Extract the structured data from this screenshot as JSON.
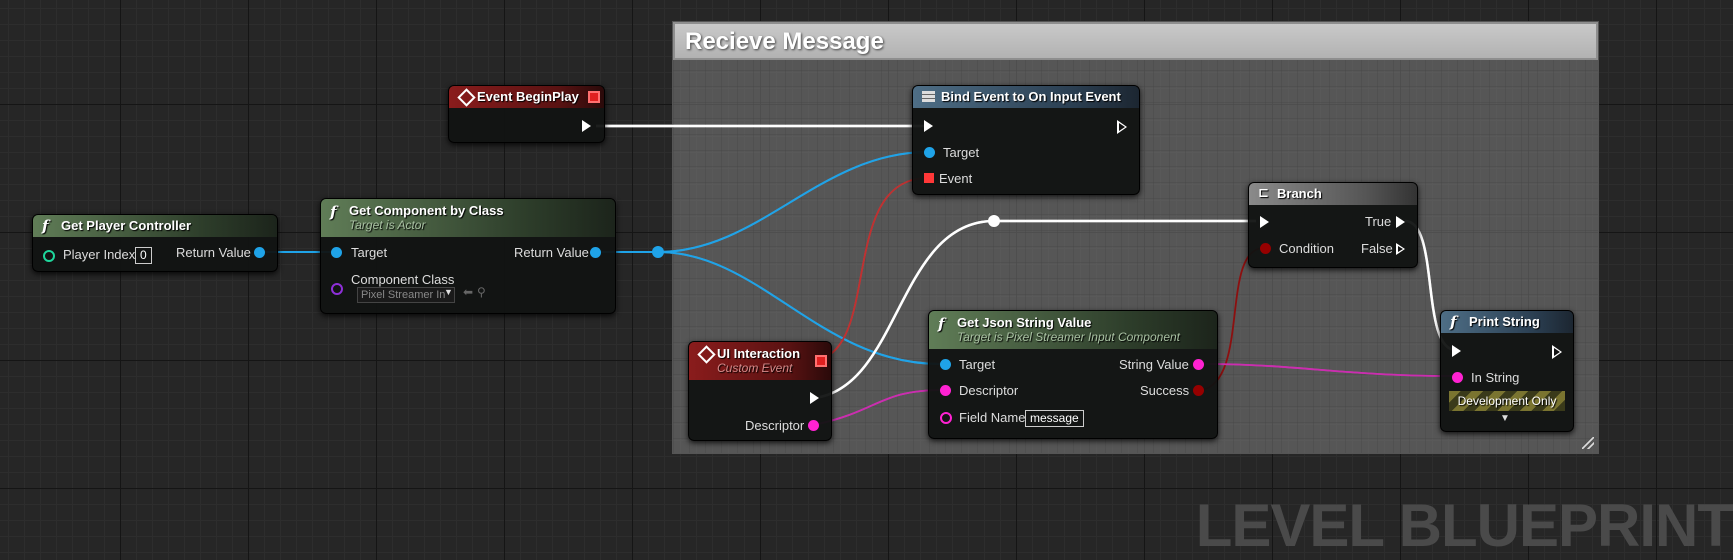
{
  "comment": {
    "title": "Recieve Message"
  },
  "watermark": "LEVEL BLUEPRINT",
  "colors": {
    "exec": "#ffffff",
    "object": "#1fa3e8",
    "string": "#ff22d2",
    "bool": "#960000",
    "delegate": "#ff3838",
    "class": "#8e2fd8"
  },
  "nodes": {
    "get_player_controller": {
      "title": "Get Player Controller",
      "player_index_label": "Player Index",
      "player_index_value": "0",
      "return_label": "Return Value"
    },
    "get_component_by_class": {
      "title": "Get Component by Class",
      "subtitle": "Target is Actor",
      "target_label": "Target",
      "return_label": "Return Value",
      "component_class_label": "Component Class",
      "component_class_value": "Pixel Streamer In"
    },
    "event_beginplay": {
      "title": "Event BeginPlay"
    },
    "bind_event": {
      "title": "Bind Event to On Input Event",
      "target_label": "Target",
      "event_label": "Event"
    },
    "branch": {
      "title": "Branch",
      "condition_label": "Condition",
      "true_label": "True",
      "false_label": "False"
    },
    "ui_interaction": {
      "title": "UI Interaction",
      "subtitle": "Custom Event",
      "descriptor_label": "Descriptor"
    },
    "get_json": {
      "title": "Get Json String Value",
      "subtitle": "Target is Pixel Streamer Input Component",
      "target_label": "Target",
      "descriptor_label": "Descriptor",
      "field_name_label": "Field Name",
      "field_name_value": "message",
      "string_value_label": "String Value",
      "success_label": "Success"
    },
    "print_string": {
      "title": "Print String",
      "in_string_label": "In String",
      "dev_only_label": "Development Only"
    }
  }
}
